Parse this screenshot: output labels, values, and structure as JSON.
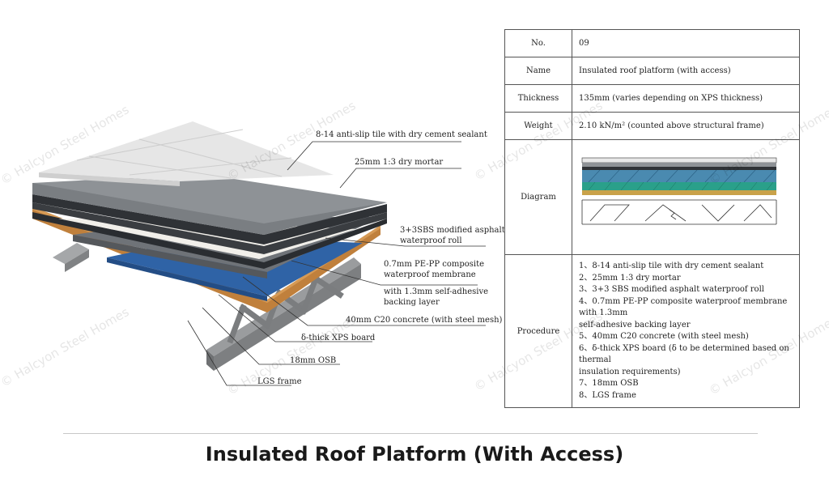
{
  "watermark_text": "© Halcyon Steel Homes",
  "callouts": {
    "tile": "8-14 anti-slip tile with dry cement sealant",
    "mortar": "25mm 1:3 dry mortar",
    "sbs_line1": "3+3SBS modified asphalt",
    "sbs_line2": "waterproof roll",
    "membrane_line1": "0.7mm PE-PP composite",
    "membrane_line2": "waterproof membrane",
    "membrane_line3": "with 1.3mm self-adhesive",
    "membrane_line4": "backing layer",
    "concrete": "40mm C20 concrete (with steel mesh)",
    "xps": "δ-thick XPS board",
    "osb": "18mm OSB",
    "lgs": "LGS frame"
  },
  "table": {
    "no_label": "No.",
    "no_value": "09",
    "name_label": "Name",
    "name_value": "Insulated roof platform (with access)",
    "thickness_label": "Thickness",
    "thickness_value": "135mm (varies depending on XPS thickness)",
    "weight_label": "Weight",
    "weight_value": "2.10 kN/m² (counted above structural frame)",
    "diagram_label": "Diagram",
    "procedure_label": "Procedure",
    "procedure_items": [
      "1、8-14 anti-slip tile with dry cement sealant",
      "2、25mm 1:3 dry mortar",
      "3、3+3 SBS modified asphalt waterproof roll",
      "4、0.7mm PE-PP composite waterproof membrane with 1.3mm",
      "self-adhesive backing layer",
      "5、40mm C20 concrete (with steel mesh)",
      "6、δ-thick XPS board (δ to be determined based on thermal",
      "insulation requirements)",
      "7、18mm OSB",
      "8、LGS frame"
    ]
  },
  "page_title": "Insulated Roof Platform (With Access)",
  "colors": {
    "tile": "#e6e6e6",
    "mortar": "#8e9296",
    "asphalt": "#2f3236",
    "xps": "#2f63a6",
    "osb": "#c0803c",
    "steel": "#9a9c9e",
    "insulation_diagram": "#4a8ab0",
    "membrane_diagram": "#2aa08a"
  }
}
